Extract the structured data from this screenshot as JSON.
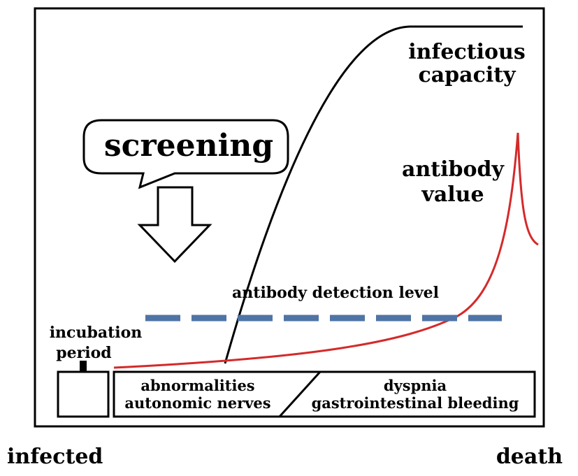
{
  "labels": {
    "infectious_line1": "infectious",
    "infectious_line2": "capacity",
    "screening": "screening",
    "antibody_line1": "antibody",
    "antibody_line2": "value",
    "detection_level": "antibody detection level",
    "incubation_line1": "incubation",
    "incubation_line2": "period",
    "symptoms_left_line1": "abnormalities",
    "symptoms_left_line2": "autonomic nerves",
    "symptoms_right_line1": "dyspnia",
    "symptoms_right_line2": "gastrointestinal  bleeding",
    "infected": "infected",
    "death": "death"
  },
  "colors": {
    "infectious_curve": "#000000",
    "antibody_curve": "#d42a2a",
    "detection_line": "#4f74a6",
    "outline": "#000000"
  },
  "icons": {
    "callout": "speech-bubble-icon",
    "arrow_down": "hollow-down-arrow-icon",
    "pointer": "solid-down-arrow-icon"
  }
}
